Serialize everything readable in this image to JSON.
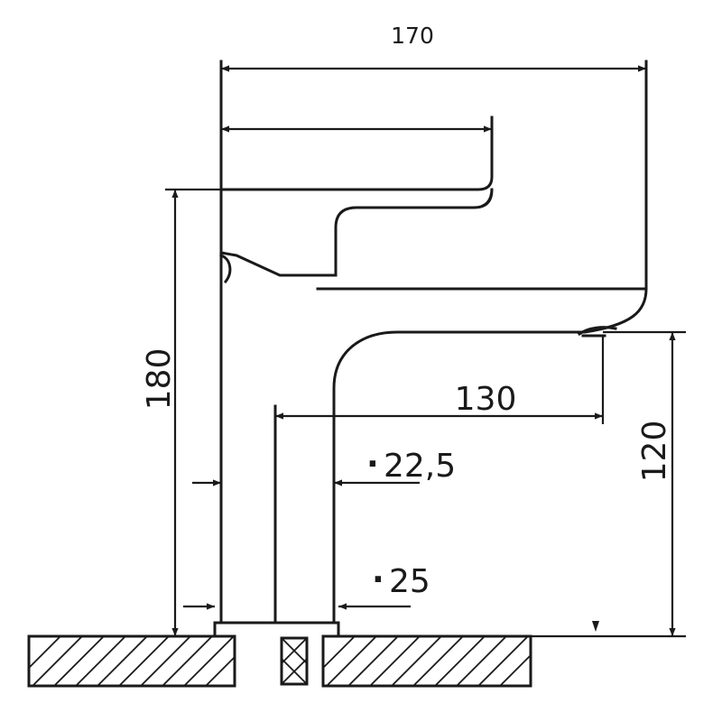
{
  "dimensions": {
    "overall_width": "170",
    "total_height": "180",
    "spout_reach": "130",
    "spout_height": "120",
    "upper_diameter": "22,5",
    "base_diameter": "25"
  },
  "diameter_symbol": "·",
  "colors": {
    "line": "#1a1a1a",
    "background": "#ffffff"
  }
}
